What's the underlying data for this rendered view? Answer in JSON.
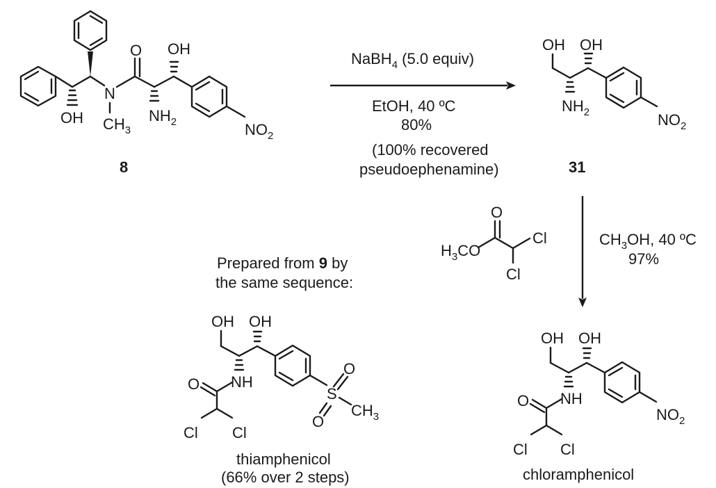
{
  "compounds": {
    "c8": {
      "label": "8"
    },
    "c31": {
      "label": "31"
    },
    "chloramphenicol": {
      "name": "chloramphenicol"
    },
    "thiamphenicol": {
      "name": "thiamphenicol",
      "yield": "(66% over 2 steps)"
    }
  },
  "step1": {
    "reagent_a": "NaBH",
    "reagent_a_sub": "4",
    "reagent_b": " (5.0 equiv)",
    "conditions": "EtOH, 40 ºC",
    "yield": "80%",
    "note_line1": "(100% recovered",
    "note_line2": "pseudoephenamine)"
  },
  "step2": {
    "cond_a": "CH",
    "cond_a_sub": "3",
    "cond_b": "OH, 40 ºC",
    "yield": "97%"
  },
  "note": {
    "line1_a": "Prepared from ",
    "line1_bold": "9",
    "line1_b": " by",
    "line2": "the same sequence:"
  },
  "atoms": {
    "oh": "OH",
    "nh": "NH",
    "n": "N",
    "o": "O",
    "s": "S",
    "cl": "Cl",
    "nh2_a": "NH",
    "sub2": "2",
    "ch": "CH",
    "sub3": "3",
    "no": "NO",
    "h": "H",
    "co": "CO"
  }
}
